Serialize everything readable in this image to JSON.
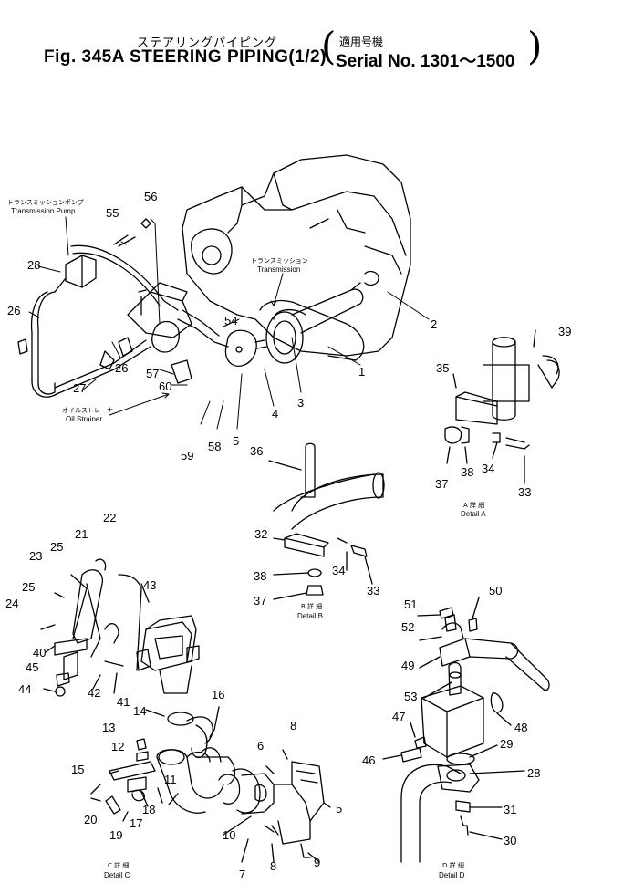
{
  "title": {
    "jp": "ステアリングパイピング",
    "en": "Fig. 345A  STEERING  PIPING(1/2)",
    "serial_jp": "適用号機",
    "serial_en": "Serial  No. 1301～1500"
  },
  "labels": {
    "transmission_pump_jp": "トランスミッションポンプ",
    "transmission_pump_en": "Transmission Pump",
    "transmission_jp": "トランスミッション",
    "transmission_en": "Transmission",
    "oil_strainer_jp": "オイルストレーナ",
    "oil_strainer_en": "Oil Strainer",
    "detail_a_jp": "A 詳 細",
    "detail_a_en": "Detail A",
    "detail_b_jp": "B 詳 細",
    "detail_b_en": "Detail B",
    "detail_c_jp": "C 詳 細",
    "detail_c_en": "Detail C",
    "detail_d_jp": "D 詳 細",
    "detail_d_en": "Detail D"
  },
  "part_numbers": {
    "p1": "1",
    "p2": "2",
    "p3": "3",
    "p4": "4",
    "p5": "5",
    "p5b": "5",
    "p6": "6",
    "p7": "7",
    "p8a": "8",
    "p8b": "8",
    "p9": "9",
    "p10": "10",
    "p11": "11",
    "p12": "12",
    "p13": "13",
    "p14": "14",
    "p15": "15",
    "p16": "16",
    "p17": "17",
    "p18": "18",
    "p19": "19",
    "p20": "20",
    "p21": "21",
    "p22": "22",
    "p23": "23",
    "p24": "24",
    "p25a": "25",
    "p25b": "25",
    "p26a": "26",
    "p26b": "26",
    "p27": "27",
    "p28a": "28",
    "p28b": "28",
    "p29": "29",
    "p30": "30",
    "p31": "31",
    "p32": "32",
    "p33a": "33",
    "p33b": "33",
    "p34a": "34",
    "p34b": "34",
    "p35": "35",
    "p36": "36",
    "p37a": "37",
    "p37b": "37",
    "p38a": "38",
    "p38b": "38",
    "p39": "39",
    "p40": "40",
    "p41": "41",
    "p42": "42",
    "p43": "43",
    "p44": "44",
    "p45": "45",
    "p46": "46",
    "p47": "47",
    "p48": "48",
    "p49": "49",
    "p50": "50",
    "p51": "51",
    "p52": "52",
    "p53": "53",
    "p54": "54",
    "p55": "55",
    "p56": "56",
    "p57": "57",
    "p58": "58",
    "p59": "59",
    "p60": "60"
  }
}
